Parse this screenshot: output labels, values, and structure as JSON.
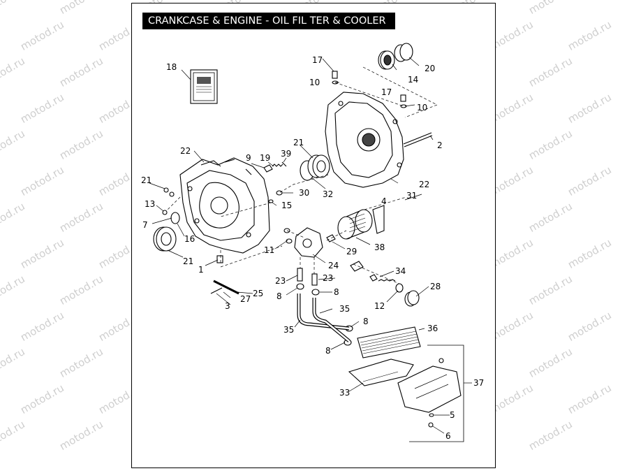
{
  "title": "CRANKCASE & ENGINE - OIL FIL TER & COOLER",
  "watermark_text": "motod.ru",
  "colors": {
    "ink": "#000000",
    "watermark": "#cfcfcf",
    "title_bg": "#000000",
    "title_fg": "#ffffff"
  },
  "callouts": {
    "c1": "1",
    "c2": "2",
    "c3": "3",
    "c4": "4",
    "c5": "5",
    "c6": "6",
    "c7": "7",
    "c8a": "8",
    "c8b": "8",
    "c8c": "8",
    "c8d": "8",
    "c9": "9",
    "c10a": "10",
    "c10b": "10",
    "c11": "11",
    "c12": "12",
    "c13": "13",
    "c14": "14",
    "c15": "15",
    "c16": "16",
    "c17a": "17",
    "c17b": "17",
    "c18": "18",
    "c19": "19",
    "c20": "20",
    "c21a": "21",
    "c21b": "21",
    "c21c": "21",
    "c22a": "22",
    "c22b": "22",
    "c23a": "23",
    "c23b": "23",
    "c24": "24",
    "c25": "25",
    "c27": "27",
    "c28": "28",
    "c29": "29",
    "c30": "30",
    "c31": "31",
    "c32": "32",
    "c33": "33",
    "c34": "34",
    "c35a": "35",
    "c35b": "35",
    "c36": "36",
    "c37": "37",
    "c38": "38",
    "c39": "39"
  }
}
